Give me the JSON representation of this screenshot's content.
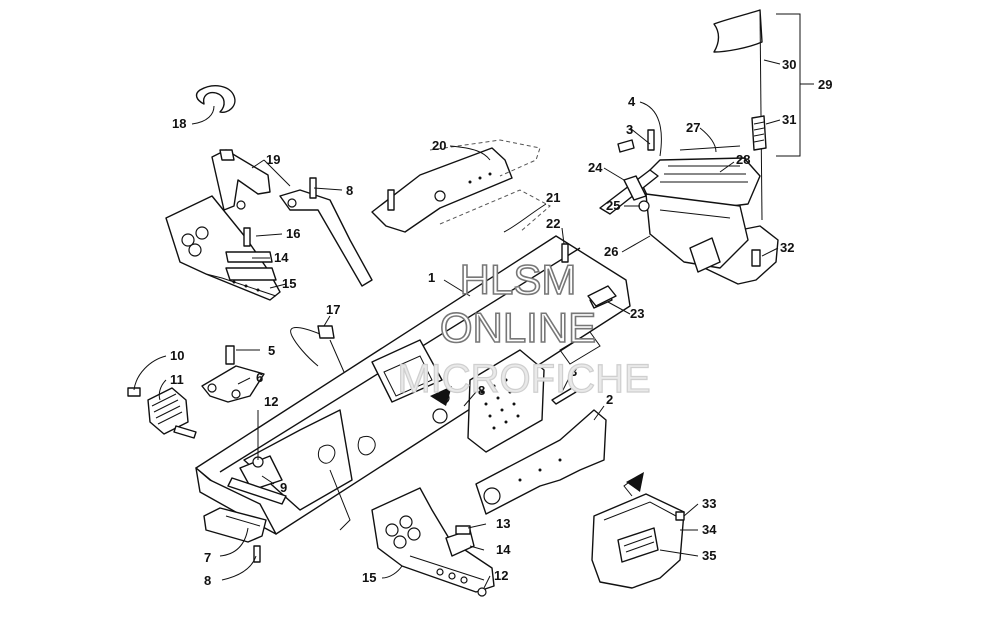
{
  "watermark": {
    "line1": "HLSM",
    "line2": "ONLINE",
    "line3": "MICROFICHE"
  },
  "callouts": [
    {
      "id": "c1",
      "label": "1"
    },
    {
      "id": "c2",
      "label": "2"
    },
    {
      "id": "c3a",
      "label": "3"
    },
    {
      "id": "c3b",
      "label": "3"
    },
    {
      "id": "c4",
      "label": "4"
    },
    {
      "id": "c5",
      "label": "5"
    },
    {
      "id": "c6",
      "label": "6"
    },
    {
      "id": "c7",
      "label": "7"
    },
    {
      "id": "c8a",
      "label": "8"
    },
    {
      "id": "c8b",
      "label": "8"
    },
    {
      "id": "c8c",
      "label": "8"
    },
    {
      "id": "c9",
      "label": "9"
    },
    {
      "id": "c10",
      "label": "10"
    },
    {
      "id": "c11",
      "label": "11"
    },
    {
      "id": "c12a",
      "label": "12"
    },
    {
      "id": "c12b",
      "label": "12"
    },
    {
      "id": "c13",
      "label": "13"
    },
    {
      "id": "c14a",
      "label": "14"
    },
    {
      "id": "c14b",
      "label": "14"
    },
    {
      "id": "c15a",
      "label": "15"
    },
    {
      "id": "c15b",
      "label": "15"
    },
    {
      "id": "c16",
      "label": "16"
    },
    {
      "id": "c17",
      "label": "17"
    },
    {
      "id": "c18",
      "label": "18"
    },
    {
      "id": "c19",
      "label": "19"
    },
    {
      "id": "c20",
      "label": "20"
    },
    {
      "id": "c21",
      "label": "21"
    },
    {
      "id": "c22",
      "label": "22"
    },
    {
      "id": "c23",
      "label": "23"
    },
    {
      "id": "c24",
      "label": "24"
    },
    {
      "id": "c25",
      "label": "25"
    },
    {
      "id": "c26",
      "label": "26"
    },
    {
      "id": "c27",
      "label": "27"
    },
    {
      "id": "c28",
      "label": "28"
    },
    {
      "id": "c29",
      "label": "29"
    },
    {
      "id": "c30",
      "label": "30"
    },
    {
      "id": "c31",
      "label": "31"
    },
    {
      "id": "c32",
      "label": "32"
    },
    {
      "id": "c33",
      "label": "33"
    },
    {
      "id": "c34",
      "label": "34"
    },
    {
      "id": "c35",
      "label": "35"
    }
  ]
}
